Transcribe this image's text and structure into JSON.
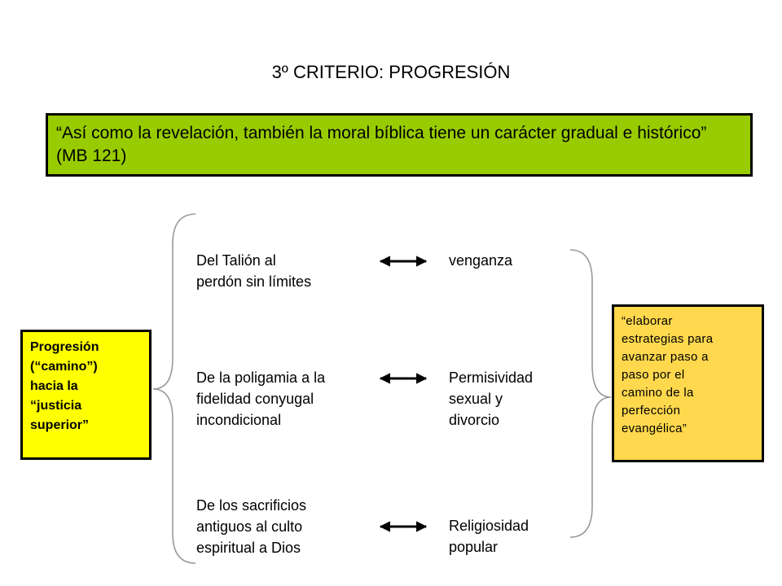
{
  "title": "3º CRITERIO: PROGRESIÓN",
  "quote": "“Así como la revelación, también la moral bíblica tiene un carácter gradual e histórico” (MB 121)",
  "left_box": {
    "lines": [
      "Progresión",
      "(“camino”)",
      "hacia la",
      "“justicia",
      "superior”"
    ]
  },
  "right_box": {
    "lines": [
      "“elaborar",
      "estrategias para",
      "avanzar paso a",
      "paso por el",
      "camino de la",
      "perfección",
      "evangélica”"
    ]
  },
  "rows": [
    {
      "from": [
        "Del Talión al",
        "perdón sin límites"
      ],
      "to": [
        "venganza"
      ]
    },
    {
      "from": [
        "De la poligamia a la",
        "fidelidad conyugal",
        "incondicional"
      ],
      "to": [
        "Permisividad",
        "sexual y",
        "divorcio"
      ]
    },
    {
      "from": [
        "De los sacrificios",
        "antiguos al culto",
        "espiritual a Dios"
      ],
      "to": [
        "Religiosidad",
        "popular"
      ]
    }
  ]
}
